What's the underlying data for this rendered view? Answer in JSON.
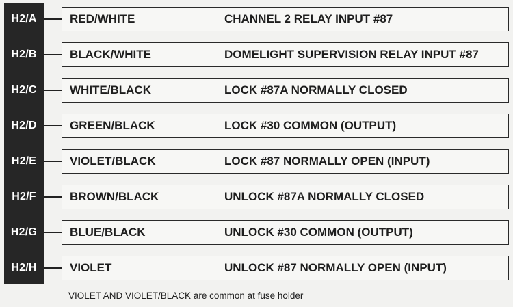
{
  "rows": [
    {
      "pin": "H2/A",
      "color": "RED/WHITE",
      "function": "CHANNEL 2 RELAY INPUT #87"
    },
    {
      "pin": "H2/B",
      "color": "BLACK/WHITE",
      "function": "DOMELIGHT SUPERVISION RELAY INPUT #87"
    },
    {
      "pin": "H2/C",
      "color": "WHITE/BLACK",
      "function": "LOCK #87A NORMALLY CLOSED"
    },
    {
      "pin": "H2/D",
      "color": "GREEN/BLACK",
      "function": "LOCK #30 COMMON (OUTPUT)"
    },
    {
      "pin": "H2/E",
      "color": "VIOLET/BLACK",
      "function": "LOCK #87 NORMALLY OPEN (INPUT)"
    },
    {
      "pin": "H2/F",
      "color": "BROWN/BLACK",
      "function": "UNLOCK #87A NORMALLY CLOSED"
    },
    {
      "pin": "H2/G",
      "color": "BLUE/BLACK",
      "function": "UNLOCK #30 COMMON (OUTPUT)"
    },
    {
      "pin": "H2/H",
      "color": "VIOLET",
      "function": "UNLOCK #87 NORMALLY OPEN (INPUT)"
    }
  ],
  "footnote": "VIOLET AND VIOLET/BLACK are common at fuse holder"
}
